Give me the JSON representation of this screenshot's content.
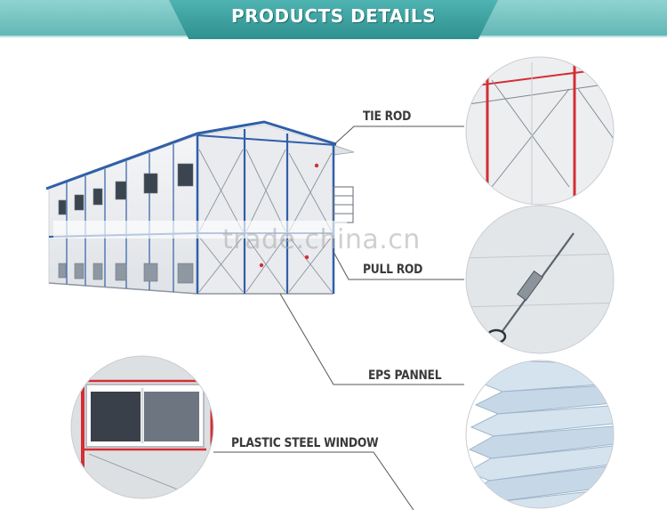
{
  "banner": {
    "title": "PRODUCTS DETAILS"
  },
  "callouts": {
    "tie_rod": "TIE ROD",
    "pull_rod": "PULL ROD",
    "eps_panel": "EPS PANNEL",
    "window": "PLASTIC STEEL WINDOW"
  },
  "watermark": "trade.china.cn",
  "colors": {
    "banner": "#4fb3b1",
    "roof_trim": "#2f5fa8",
    "frame_red": "#d42e34",
    "panel": "#eef0f2"
  }
}
